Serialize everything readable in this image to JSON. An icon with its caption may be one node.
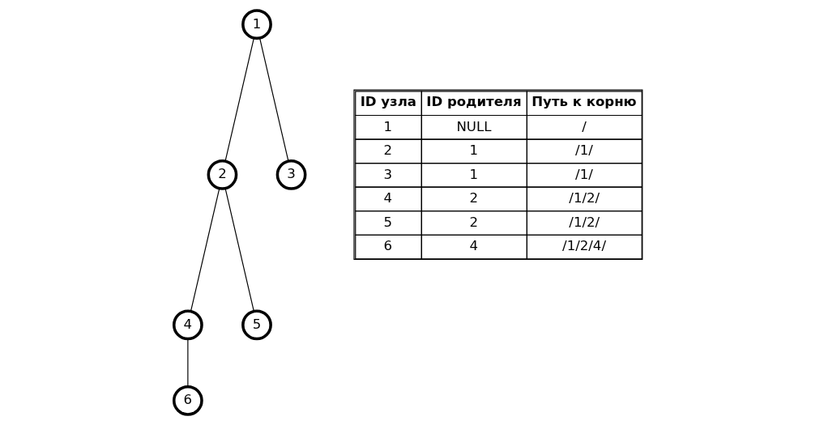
{
  "diagram": {
    "nodes": [
      {
        "text": [
          "1"
        ]
      },
      {
        "text": [
          "2"
        ]
      },
      {
        "text": [
          "3"
        ]
      },
      {
        "text": [
          "4"
        ]
      },
      {
        "text": [
          "5"
        ]
      },
      {
        "text": [
          "6"
        ]
      }
    ],
    "edges": [
      {
        "from": 0,
        "to": 1,
        "arrow": "none"
      },
      {
        "from": 0,
        "to": 2,
        "arrow": "none"
      },
      {
        "from": 1,
        "to": 3,
        "arrow": "none"
      },
      {
        "from": 1,
        "to": 4,
        "arrow": "none"
      },
      {
        "from": 3,
        "to": 5,
        "arrow": "none"
      }
    ],
    "labels": [
      "ID узла",
      "ID родителя",
      "Путь к корню",
      "1",
      "NULL",
      "/",
      "2",
      "1",
      "/1/",
      "3",
      "1",
      "/1/",
      "4",
      "2",
      "/1/2/",
      "5",
      "2",
      "/1/2/",
      "6",
      "4",
      "/1/2/4/"
    ]
  }
}
